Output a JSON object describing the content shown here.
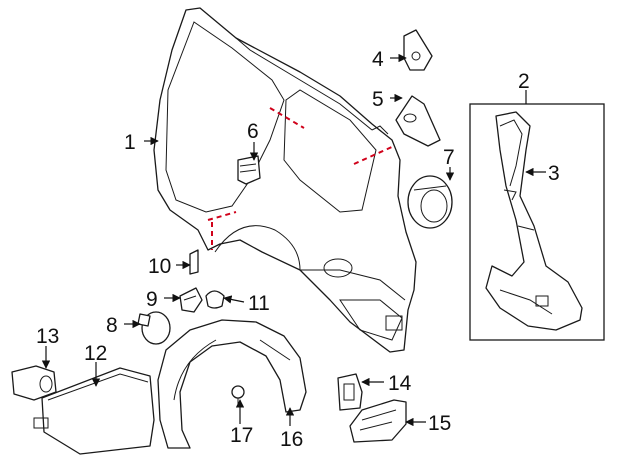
{
  "callouts": [
    {
      "id": "1",
      "label": "1"
    },
    {
      "id": "2",
      "label": "2"
    },
    {
      "id": "3",
      "label": "3"
    },
    {
      "id": "4",
      "label": "4"
    },
    {
      "id": "5",
      "label": "5"
    },
    {
      "id": "6",
      "label": "6"
    },
    {
      "id": "7",
      "label": "7"
    },
    {
      "id": "8",
      "label": "8"
    },
    {
      "id": "9",
      "label": "9"
    },
    {
      "id": "10",
      "label": "10"
    },
    {
      "id": "11",
      "label": "11"
    },
    {
      "id": "12",
      "label": "12"
    },
    {
      "id": "13",
      "label": "13"
    },
    {
      "id": "14",
      "label": "14"
    },
    {
      "id": "15",
      "label": "15"
    },
    {
      "id": "16",
      "label": "16"
    },
    {
      "id": "17",
      "label": "17"
    }
  ],
  "colors": {
    "line": "#1a1a1a",
    "cut_line": "#d0021b",
    "background": "#ffffff"
  }
}
